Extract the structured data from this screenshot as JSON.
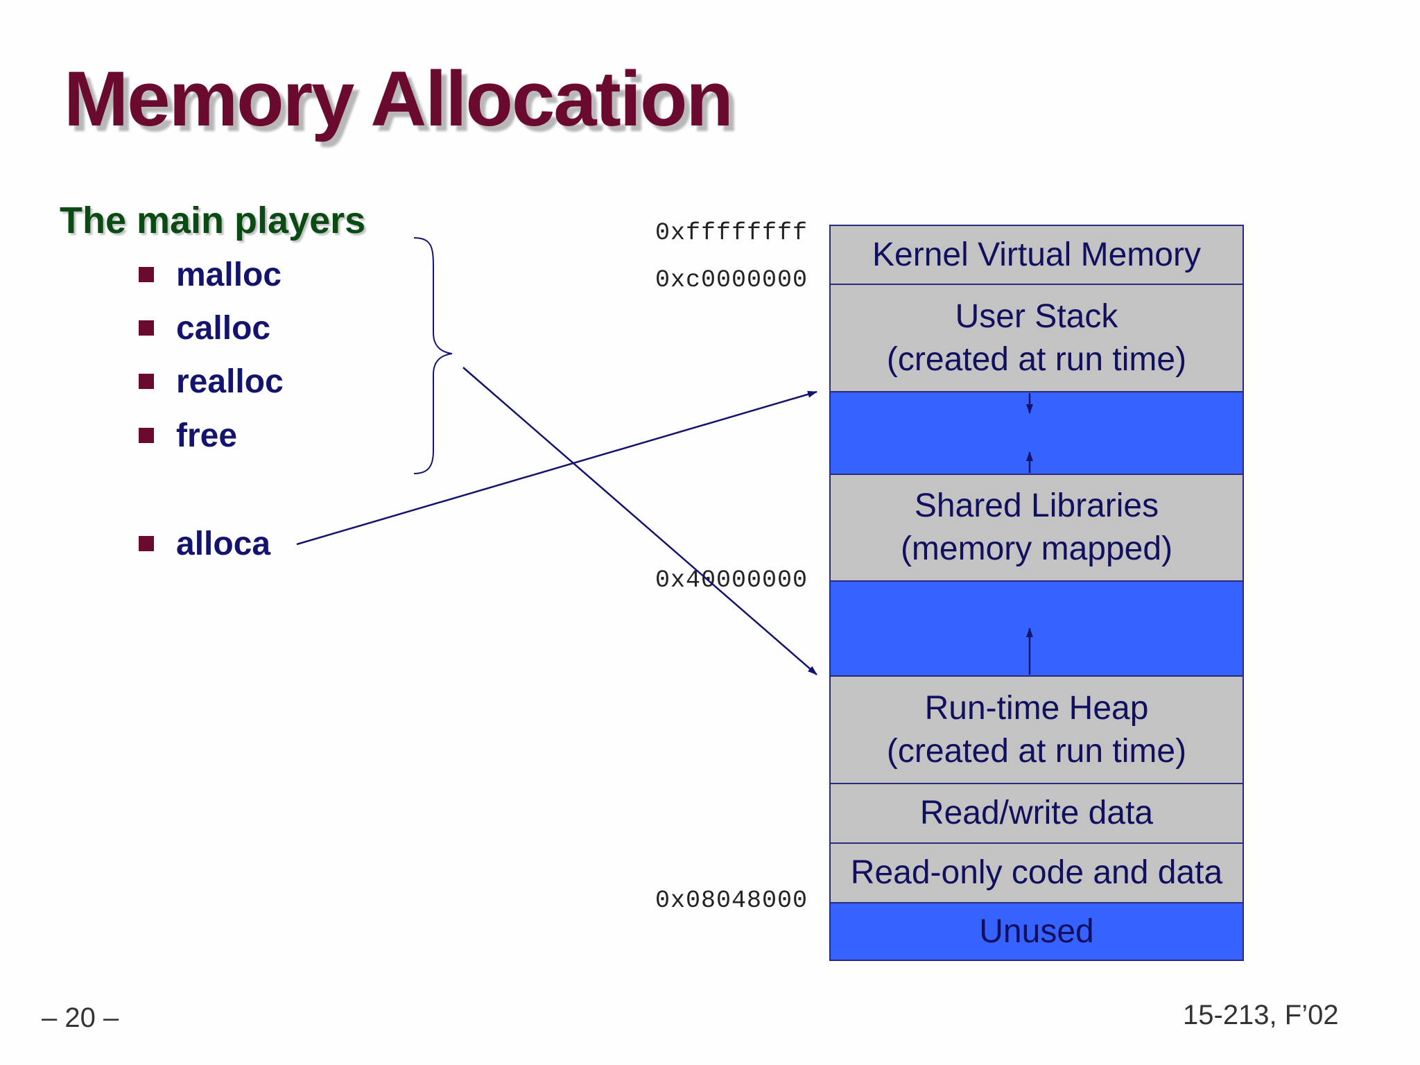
{
  "title": "Memory Allocation",
  "heading": "The main players",
  "players": [
    {
      "label": "malloc"
    },
    {
      "label": "calloc"
    },
    {
      "label": "realloc"
    },
    {
      "label": "free"
    },
    {
      "label": "alloca"
    }
  ],
  "addresses": [
    "0xffffffff",
    "0xc0000000",
    "0x40000000",
    "0x08048000"
  ],
  "segments": [
    {
      "line1": "Kernel Virtual Memory",
      "line2": "",
      "color": "#c3c3c3"
    },
    {
      "line1": "User Stack",
      "line2": "(created at run time)",
      "color": "#c3c3c3"
    },
    {
      "line1": "",
      "line2": "",
      "color": "#3663ff"
    },
    {
      "line1": "Shared Libraries",
      "line2": "(memory mapped)",
      "color": "#c3c3c3"
    },
    {
      "line1": "",
      "line2": "",
      "color": "#3663ff"
    },
    {
      "line1": "Run-time Heap",
      "line2": "(created at run time)",
      "color": "#c3c3c3"
    },
    {
      "line1": "Read/write data",
      "line2": "",
      "color": "#c3c3c3"
    },
    {
      "line1": "Read-only code and data",
      "line2": "",
      "color": "#c3c3c3"
    },
    {
      "line1": "Unused",
      "line2": "",
      "color": "#3663ff"
    }
  ],
  "footer": {
    "page": "– 20 –",
    "course": "15-213, F’02"
  },
  "colors": {
    "title": "#6b0a2f",
    "heading": "#0a4b14",
    "bullet_text": "#14146e",
    "segment_gray": "#c3c3c3",
    "segment_blue": "#3663ff",
    "arrow": "#14146e"
  }
}
